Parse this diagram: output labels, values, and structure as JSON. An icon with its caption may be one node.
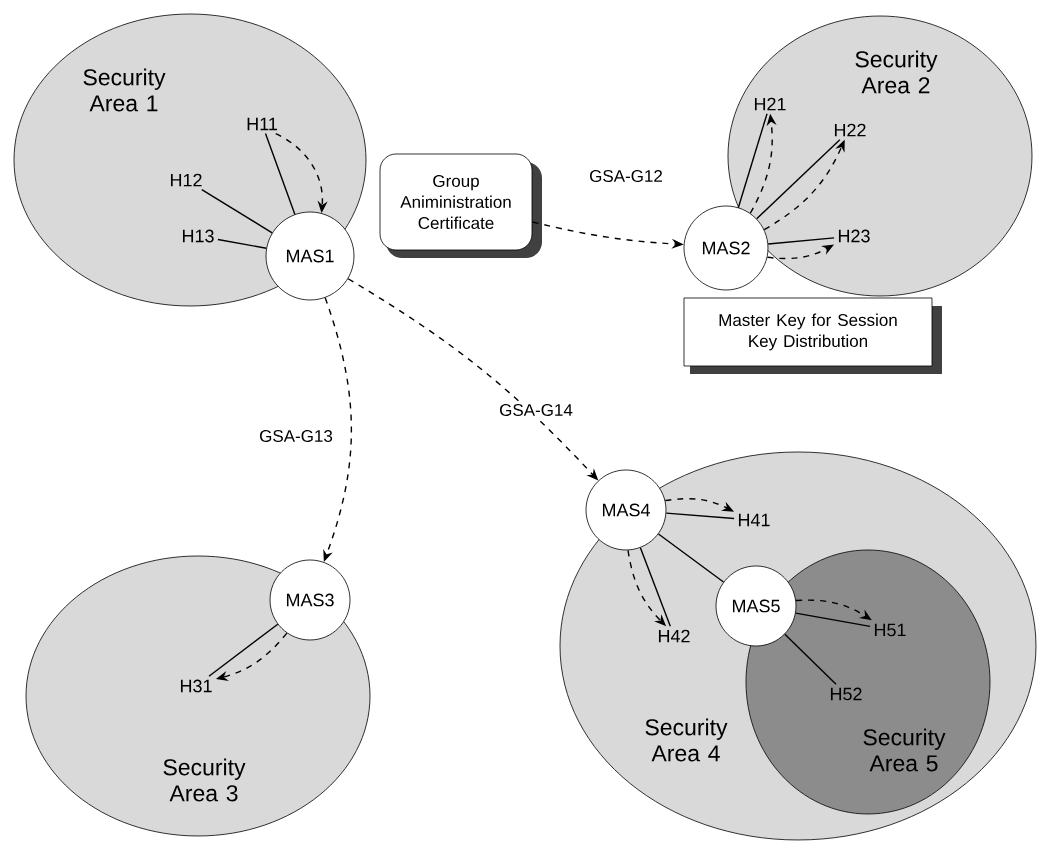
{
  "diagram": {
    "nodes": [
      {
        "text": [
          "Security Area 1"
        ]
      },
      {
        "text": [
          "Security Area 2"
        ]
      },
      {
        "text": [
          "Security Area 3"
        ]
      },
      {
        "text": [
          "Security Area 4"
        ]
      },
      {
        "text": [
          "Security Area 5"
        ],
        "in": 3
      },
      {
        "text": [
          "Group Aniministration Certificate"
        ]
      },
      {
        "text": [
          "Master Key for Session Key Distribution"
        ]
      },
      {
        "text": [
          "MAS1"
        ],
        "in": 0
      },
      {
        "text": [
          "MAS2"
        ]
      },
      {
        "text": [
          "MAS3"
        ],
        "in": 2
      },
      {
        "text": [
          "MAS4"
        ]
      },
      {
        "text": [
          "MAS5"
        ],
        "in": 3
      },
      {
        "text": [
          "H11"
        ],
        "in": 0
      },
      {
        "text": [
          "H12"
        ],
        "in": 0
      },
      {
        "text": [
          "H13"
        ],
        "in": 0
      },
      {
        "text": [
          "H21"
        ],
        "in": 1
      },
      {
        "text": [
          "H22"
        ],
        "in": 1
      },
      {
        "text": [
          "H23"
        ],
        "in": 1
      },
      {
        "text": [
          "H31"
        ],
        "in": 2
      },
      {
        "text": [
          "H41"
        ],
        "in": 3
      },
      {
        "text": [
          "H42"
        ],
        "in": 3
      },
      {
        "text": [
          "H51"
        ],
        "in": 4
      },
      {
        "text": [
          "H52"
        ],
        "in": 4
      }
    ],
    "edges": [
      {
        "from": 12,
        "to": 7,
        "arrow": "none"
      },
      {
        "from": 12,
        "to": 7,
        "arrow": "to",
        "style": "dashed"
      },
      {
        "from": 13,
        "to": 7,
        "arrow": "none"
      },
      {
        "from": 14,
        "to": 7,
        "arrow": "none"
      },
      {
        "from": 5,
        "to": 8,
        "arrow": "to",
        "style": "dashed",
        "label": "GSA-G12"
      },
      {
        "from": 7,
        "to": 9,
        "arrow": "to",
        "style": "dashed",
        "label": "GSA-G13"
      },
      {
        "from": 7,
        "to": 10,
        "arrow": "to",
        "style": "dashed",
        "label": "GSA-G14"
      },
      {
        "from": 8,
        "to": 15,
        "arrow": "none"
      },
      {
        "from": 8,
        "to": 15,
        "arrow": "to",
        "style": "dashed"
      },
      {
        "from": 8,
        "to": 16,
        "arrow": "none"
      },
      {
        "from": 8,
        "to": 16,
        "arrow": "to",
        "style": "dashed"
      },
      {
        "from": 8,
        "to": 17,
        "arrow": "none"
      },
      {
        "from": 8,
        "to": 17,
        "arrow": "to",
        "style": "dashed"
      },
      {
        "from": 9,
        "to": 18,
        "arrow": "none"
      },
      {
        "from": 9,
        "to": 18,
        "arrow": "to",
        "style": "dashed"
      },
      {
        "from": 10,
        "to": 19,
        "arrow": "none"
      },
      {
        "from": 10,
        "to": 19,
        "arrow": "to",
        "style": "dashed"
      },
      {
        "from": 10,
        "to": 20,
        "arrow": "none"
      },
      {
        "from": 10,
        "to": 20,
        "arrow": "to",
        "style": "dashed"
      },
      {
        "from": 10,
        "to": 11,
        "arrow": "none"
      },
      {
        "from": 11,
        "to": 21,
        "arrow": "none"
      },
      {
        "from": 11,
        "to": 21,
        "arrow": "to",
        "style": "dashed"
      },
      {
        "from": 11,
        "to": 22,
        "arrow": "none"
      }
    ]
  }
}
